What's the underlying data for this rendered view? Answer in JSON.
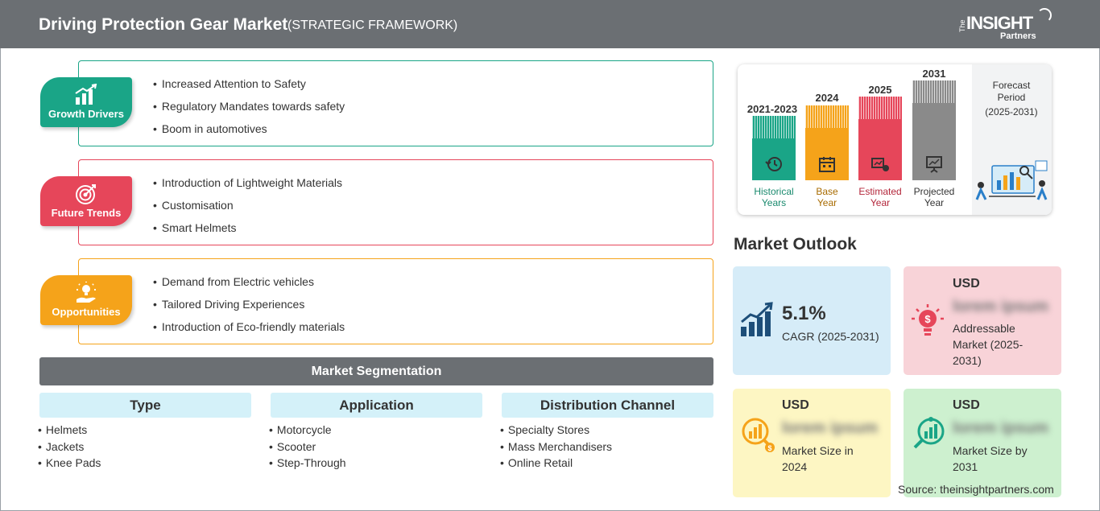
{
  "header": {
    "title": "Driving Protection Gear Market",
    "subtitle": "(STRATEGIC FRAMEWORK)",
    "logo": {
      "the": "The",
      "insight": "INSIGHT",
      "partners": "Partners"
    }
  },
  "framework": [
    {
      "label": "Growth Drivers",
      "color": "#1aa587",
      "icon": "growth-chart-icon",
      "items": [
        "Increased Attention to Safety",
        "Regulatory Mandates towards safety",
        "Boom in automotives"
      ]
    },
    {
      "label": "Future Trends",
      "color": "#e6465a",
      "icon": "target-icon",
      "items": [
        "Introduction of Lightweight Materials",
        "Customisation",
        "Smart Helmets"
      ]
    },
    {
      "label": "Opportunities",
      "color": "#f5a31a",
      "icon": "lightbulb-hand-icon",
      "items": [
        "Demand from Electric vehicles",
        "Tailored Driving Experiences",
        "Introduction of Eco-friendly materials"
      ]
    }
  ],
  "segmentation": {
    "title": "Market Segmentation",
    "columns": [
      {
        "header": "Type",
        "items": [
          "Helmets",
          "Jackets",
          "Knee Pads"
        ]
      },
      {
        "header": "Application",
        "items": [
          "Motorcycle",
          "Scooter",
          "Step-Through"
        ]
      },
      {
        "header": "Distribution Channel",
        "items": [
          "Specialty Stores",
          "Mass Merchandisers",
          "Online Retail"
        ]
      }
    ]
  },
  "timeline": {
    "bars": [
      {
        "year": "2021-2023",
        "caption1": "Historical",
        "caption2": "Years",
        "color": "#1aa587",
        "year_color": "#1a8a6e",
        "icon": "history-icon"
      },
      {
        "year": "2024",
        "caption1": "Base",
        "caption2": "Year",
        "color": "#f5a31a",
        "year_color": "#a86b00",
        "icon": "calendar-icon"
      },
      {
        "year": "2025",
        "caption1": "Estimated",
        "caption2": "Year",
        "color": "#e6465a",
        "year_color": "#b3263a",
        "icon": "estimate-icon"
      },
      {
        "year": "2031",
        "caption1": "Projected",
        "caption2": "Year",
        "color": "#8a8a8a",
        "year_color": "#333333",
        "icon": "projection-icon"
      }
    ],
    "forecast": {
      "line1": "Forecast",
      "line2": "Period",
      "line3": "(2025-2031)"
    }
  },
  "outlook": {
    "title": "Market Outlook",
    "cagr": {
      "value": "5.1%",
      "label": "CAGR (2025-2031)",
      "bg": "#d6ecf8"
    },
    "addressable": {
      "usd": "USD",
      "blurred": "lorem ipsum",
      "line1": "Addressable",
      "line2": "Market (2025-",
      "line3": "2031)",
      "bg": "#f8d3d8"
    },
    "size2024": {
      "usd": "USD",
      "blurred": "lorem ipsum",
      "line1": "Market Size in",
      "line2": "2024",
      "bg": "#fdf6c3"
    },
    "size2031": {
      "usd": "USD",
      "blurred": "lorem ipsum",
      "line1": "Market Size by",
      "line2": "2031",
      "bg": "#cdf0cf"
    }
  },
  "source": "Source: theinsightpartners.com"
}
